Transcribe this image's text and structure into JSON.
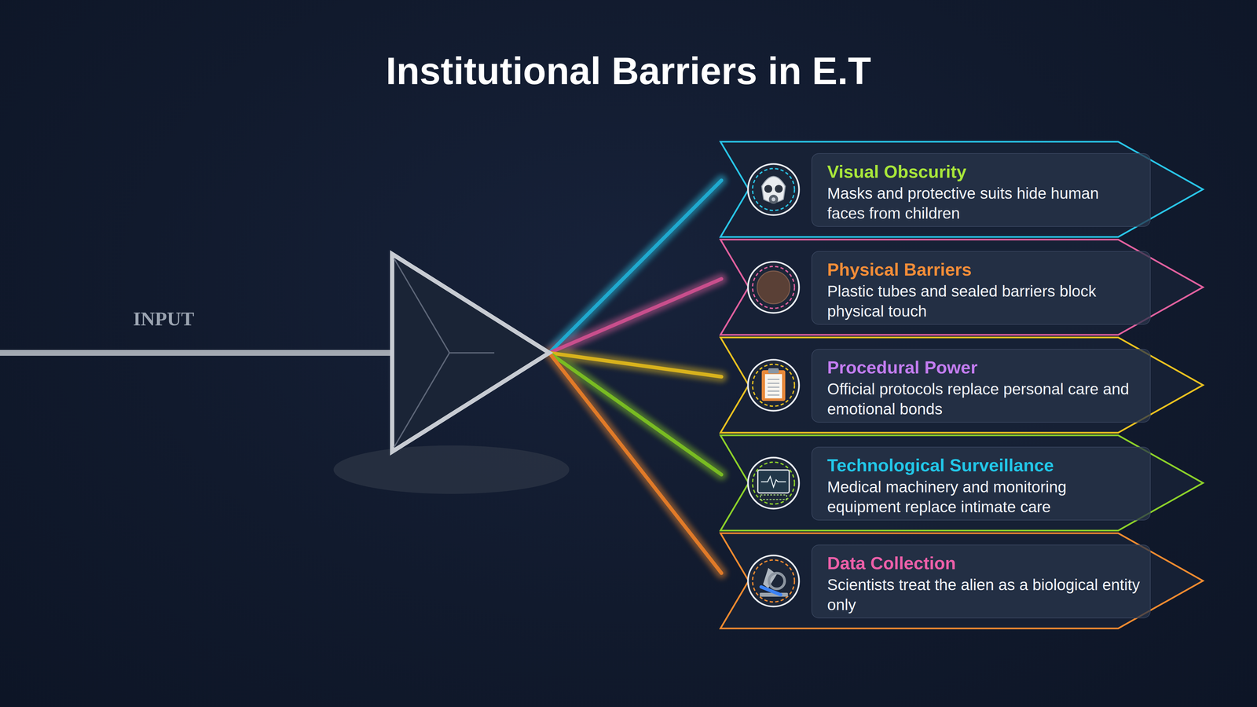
{
  "diagram": {
    "title": "Institutional Barriers in E.T",
    "nodes": [
      {
        "text": [
          "Visual Obscurity",
          "Masks and protective suits hide human faces from children"
        ]
      },
      {
        "text": [
          "Physical Barriers",
          "Plastic tubes and sealed barriers block physical touch"
        ]
      },
      {
        "text": [
          "Procedural Power",
          "Official protocols replace personal care and emotional bonds"
        ]
      },
      {
        "text": [
          "Technological Surveillance",
          "Medical machinery and monitoring equipment replace intimate care"
        ]
      },
      {
        "text": [
          "Data Collection",
          "Scientists treat the alien as a biological entity only"
        ]
      }
    ],
    "labels": [
      "INPUT"
    ]
  }
}
